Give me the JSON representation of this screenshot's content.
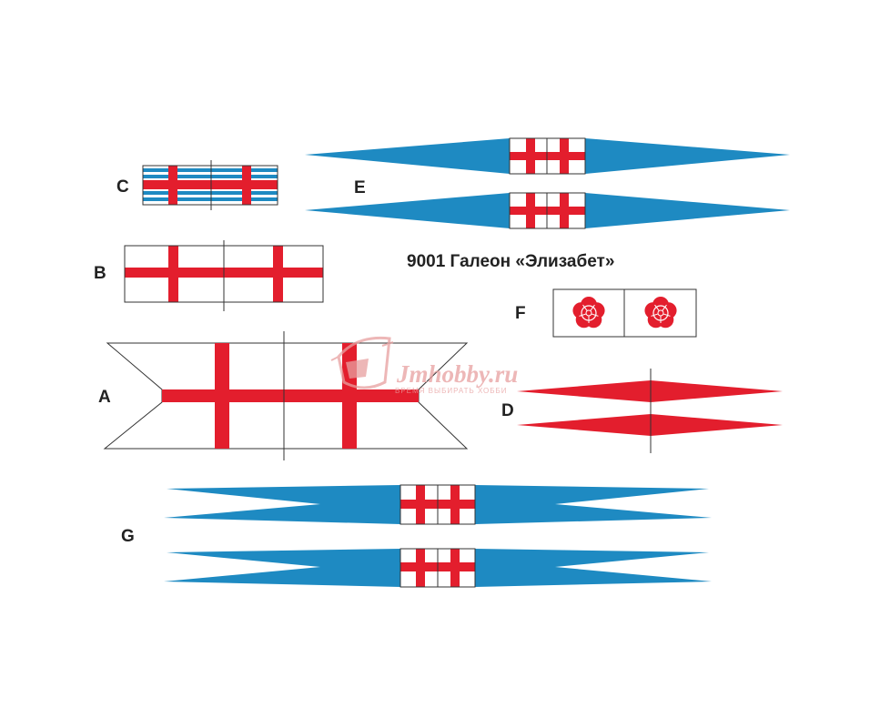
{
  "title": "9001 Галеон «Элизабет»",
  "labels": {
    "A": "A",
    "B": "B",
    "C": "C",
    "D": "D",
    "E": "E",
    "F": "F",
    "G": "G"
  },
  "watermark": {
    "brand": "Jmhobby.ru",
    "tagline": "ВРЕМЯ ВЫБИРАТЬ ХОББИ"
  },
  "colors": {
    "red": "#e31e2d",
    "blue": "#1e8ac2",
    "white": "#ffffff",
    "outline": "#333333",
    "rose": "#e31e2d",
    "watermark": "#e8a0a0"
  },
  "icons": {
    "rose": "tudor-rose-icon",
    "logo": "shield-logo-icon"
  }
}
